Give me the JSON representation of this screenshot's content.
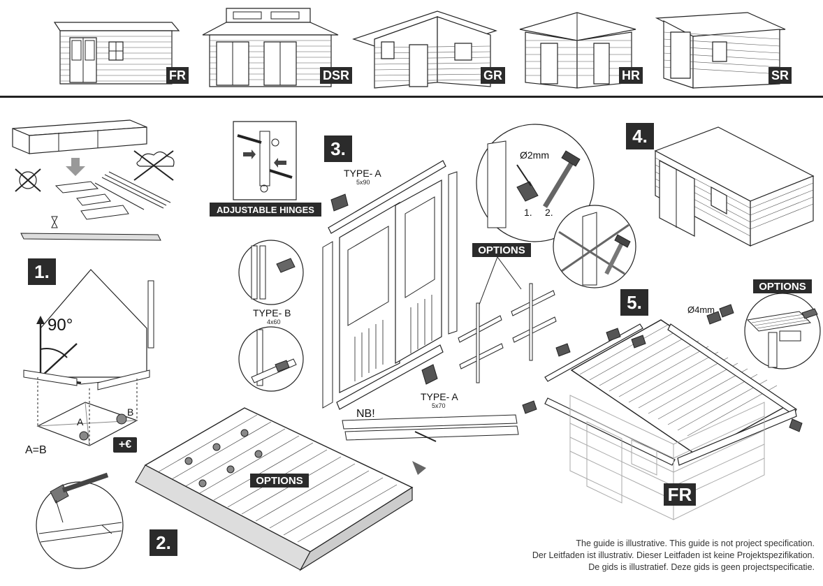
{
  "models": [
    "FR",
    "DSR",
    "GR",
    "HR",
    "SR"
  ],
  "steps": [
    "1.",
    "2.",
    "3.",
    "4.",
    "5."
  ],
  "labels": {
    "adjustable_hinges": "ADJUSTABLE HINGES",
    "options": "OPTIONS",
    "type_a": "TYPE- A",
    "type_a_size_top": "5x90",
    "type_a_size_bottom": "5x70",
    "type_b": "TYPE- B",
    "type_b_size": "4x60",
    "nb": "NB!",
    "angle": "90°",
    "point_a": "A",
    "point_b": "B",
    "a_equals_b": "A=B",
    "extra_cost": "+€",
    "drill_2mm": "Ø2mm",
    "drill_4mm": "Ø4mm",
    "step_one": "1.",
    "step_two": "2.",
    "fr": "FR"
  },
  "disclaimer": [
    "The guide is illustrative. This guide is not project specification.",
    "Der Leitfaden ist illustrativ. Dieser Leitfaden ist keine Projektspezifikation.",
    "De gids is illustratief. Deze gids is geen projectspecificatie."
  ]
}
